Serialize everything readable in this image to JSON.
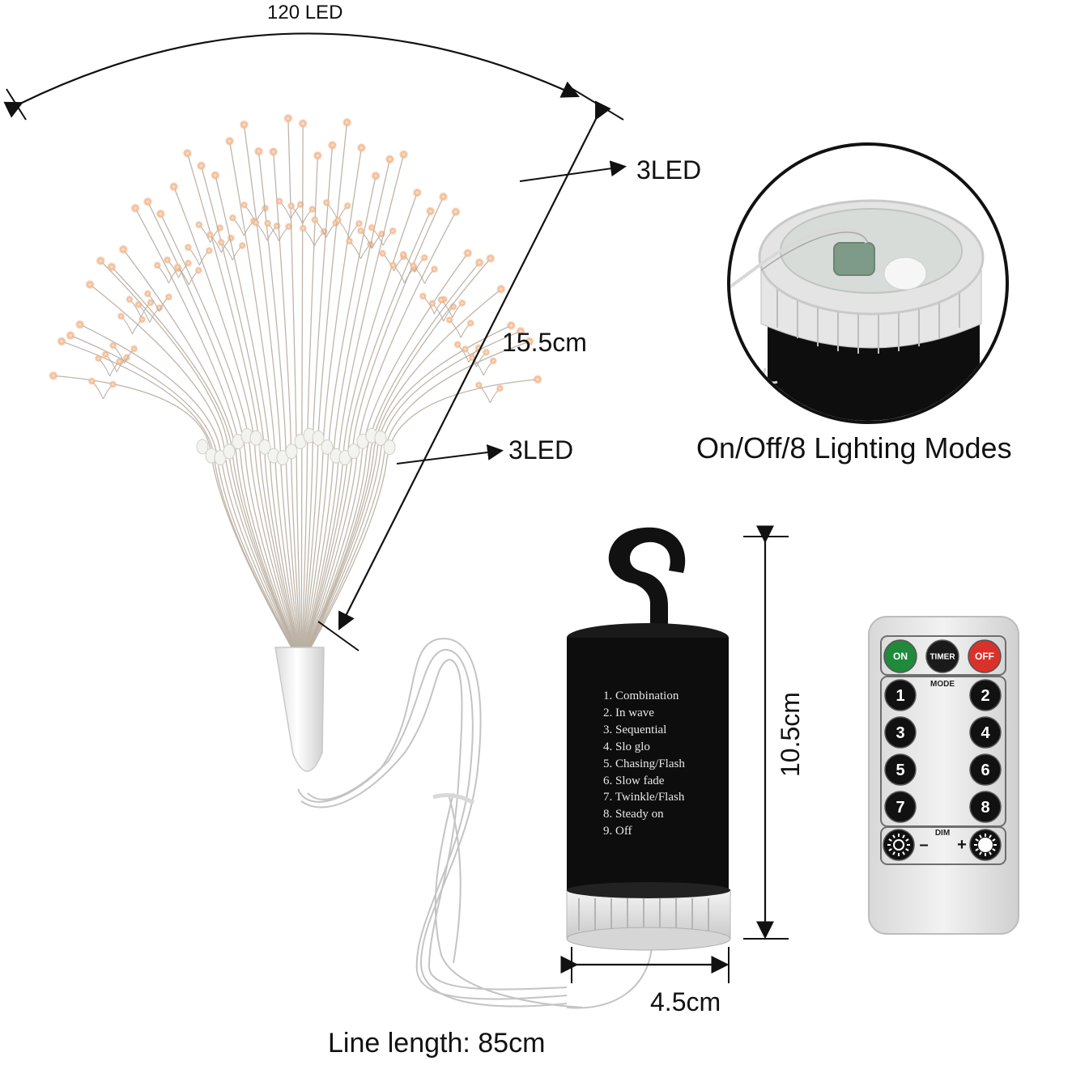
{
  "labels": {
    "led_count": "120 LED",
    "strand_top": "3LED",
    "strand_mid": "3LED",
    "height_fan": "15.5cm",
    "controller_caption": "On/Off/8 Lighting Modes",
    "height_box": "10.5cm",
    "width_box": "4.5cm",
    "line_length": "Line length: 85cm"
  },
  "battery_modes": [
    "1. Combination",
    "2. In wave",
    "3. Sequential",
    "4. Slo glo",
    "5. Chasing/Flash",
    "6. Slow fade",
    "7. Twinkle/Flash",
    "8. Steady on",
    "9. Off"
  ],
  "remote": {
    "on": "ON",
    "timer": "TIMER",
    "off": "OFF",
    "mode": "MODE",
    "numbers": [
      "1",
      "2",
      "3",
      "4",
      "5",
      "6",
      "7",
      "8"
    ],
    "dim": "DIM",
    "minus": "–",
    "plus": "+"
  },
  "colors": {
    "on_button": "#1f8a3c",
    "off_button": "#d9322b",
    "timer_button": "#1a1a1a",
    "led_glow": "#f0b890",
    "wire": "#b8ada0",
    "box_body": "#0d0d0d"
  },
  "icons": {
    "dim_down": "sun-small-icon",
    "dim_up": "sun-large-icon"
  }
}
